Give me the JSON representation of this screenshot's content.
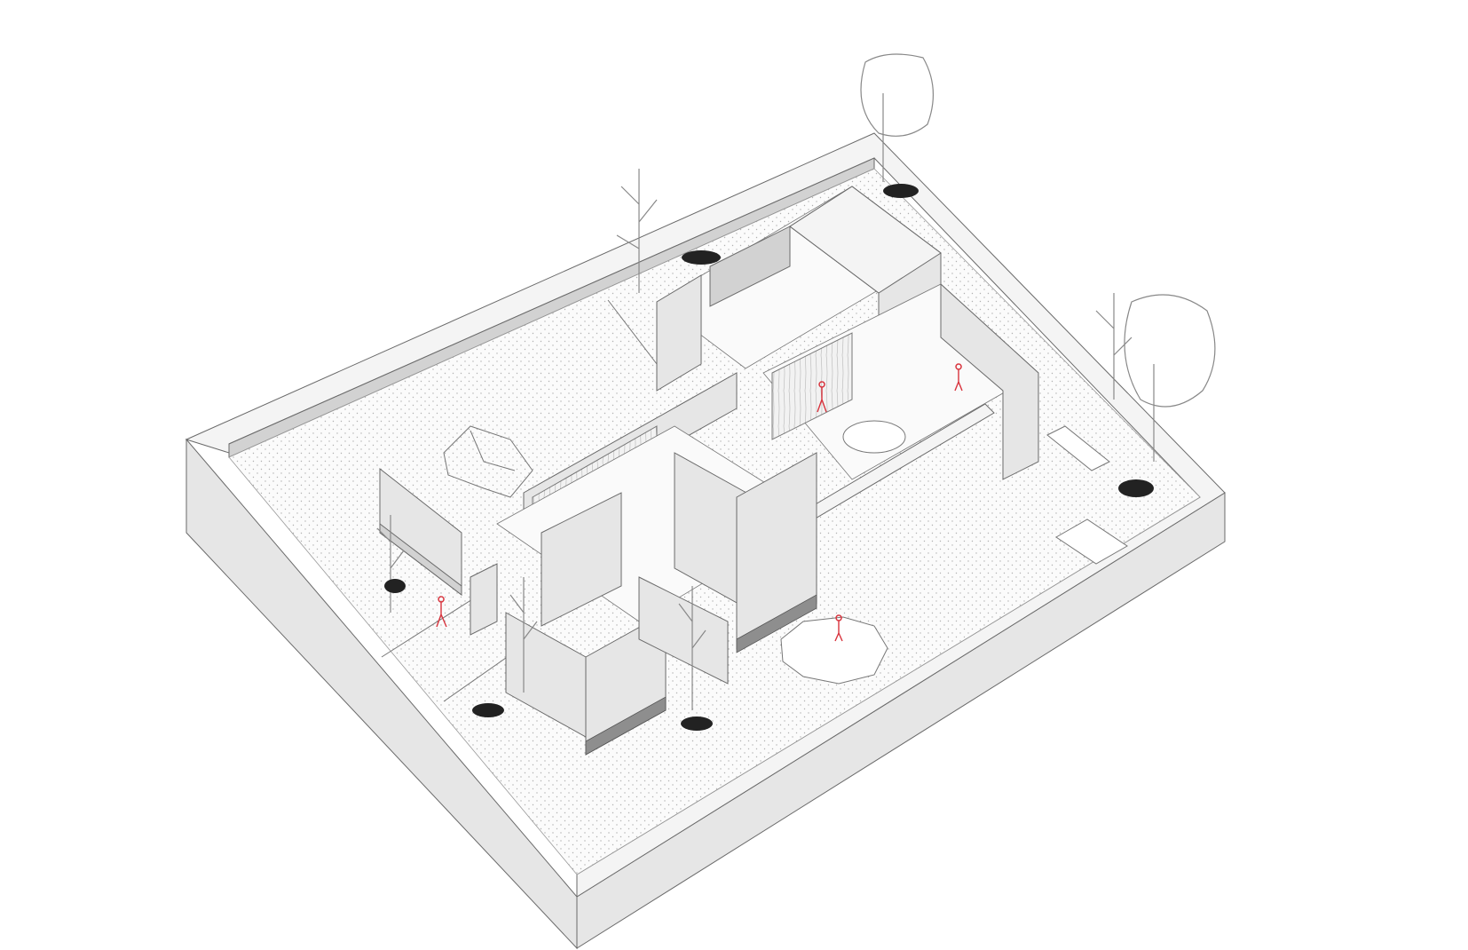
{
  "drawing": {
    "kind": "axonometric house plan",
    "colors": {
      "background": "#ffffff",
      "wall": "#e6e6e6",
      "ground_dots": "#b0b0b0",
      "people": "#d8323c",
      "plants": "#222222"
    },
    "elements": [
      "perimeter-wall",
      "garden",
      "house",
      "car",
      "trees",
      "plants",
      "people",
      "dining-table",
      "pool",
      "ping-pong-table"
    ]
  }
}
